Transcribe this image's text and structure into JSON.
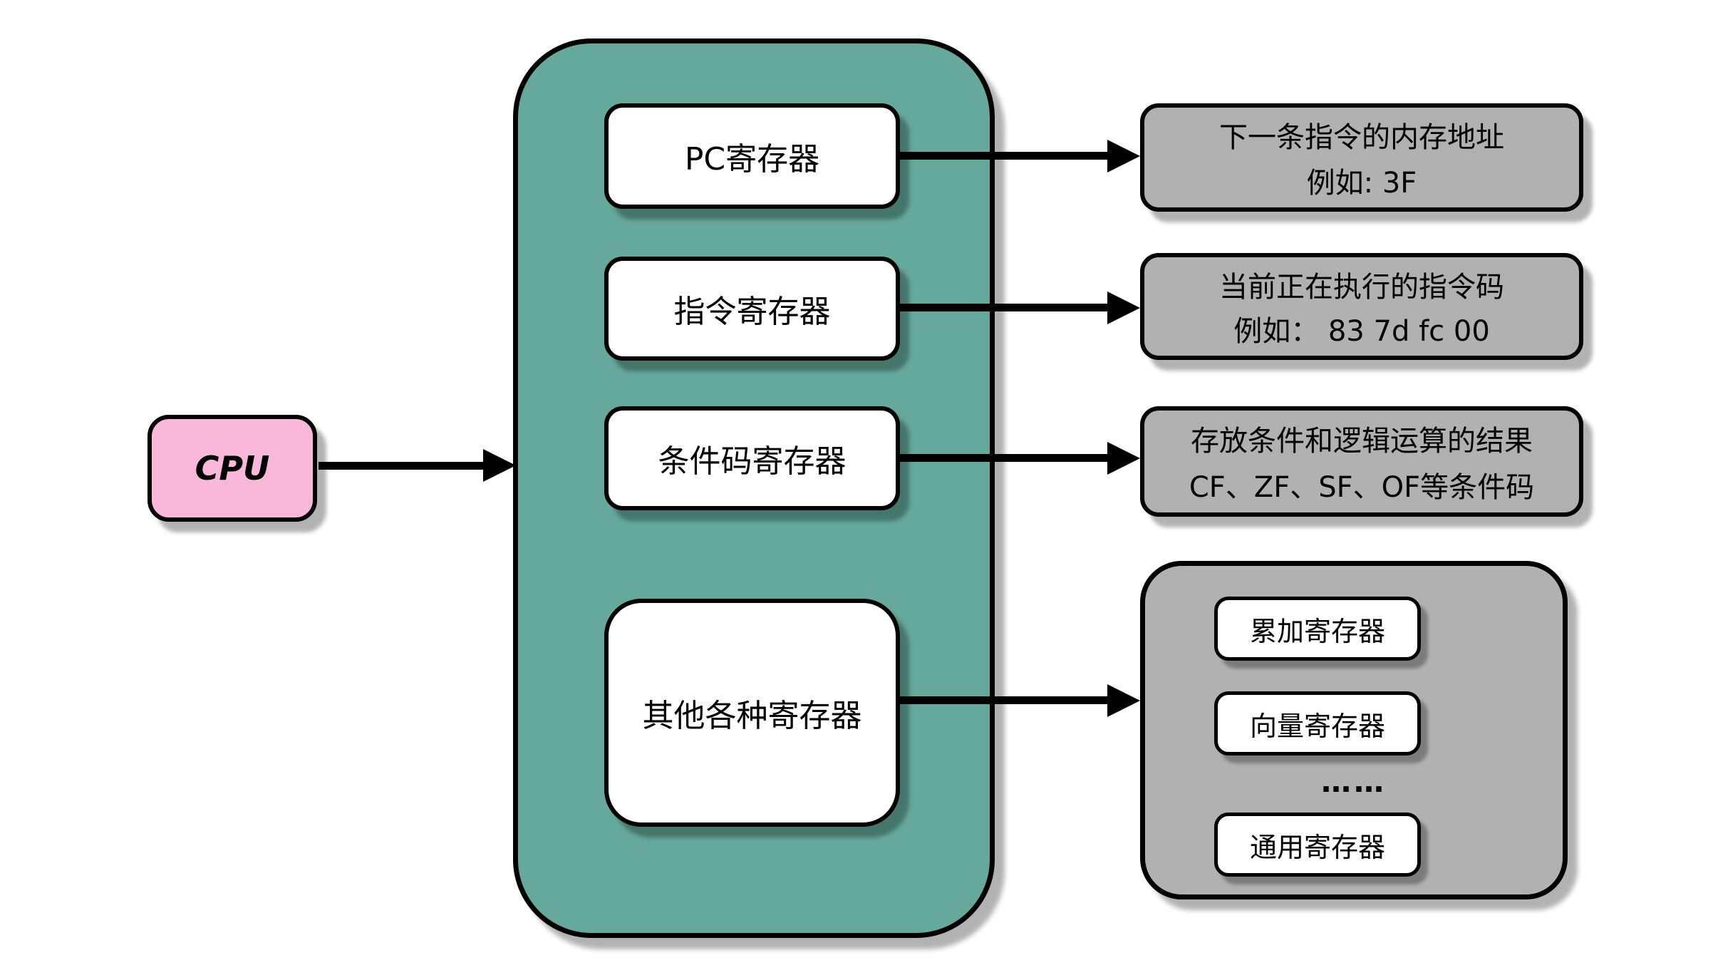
{
  "diagram": {
    "title_hint": "CPU registers diagram",
    "cpu": {
      "label": "CPU"
    },
    "registers": {
      "pc": "PC寄存器",
      "instruction": "指令寄存器",
      "condition": "条件码寄存器",
      "other": "其他各种寄存器"
    },
    "annotations": {
      "pc": {
        "line1": "下一条指令的内存地址",
        "line2": "例如: 3F"
      },
      "instruction": {
        "line1": "当前正在执行的指令码",
        "line2": "例如： 83 7d fc 00"
      },
      "condition": {
        "line1": "存放条件和逻辑运算的结果",
        "line2": "CF、ZF、SF、OF等条件码"
      }
    },
    "other_registers": {
      "accumulator": "累加寄存器",
      "vector": "向量寄存器",
      "ellipsis": "……",
      "general": "通用寄存器"
    },
    "colors": {
      "cpu_fill": "#F9B8D9",
      "register_bank_fill": "#64A99B",
      "annotation_fill": "#B1B1B1",
      "box_fill": "#FFFFFF",
      "stroke": "#000000"
    }
  }
}
